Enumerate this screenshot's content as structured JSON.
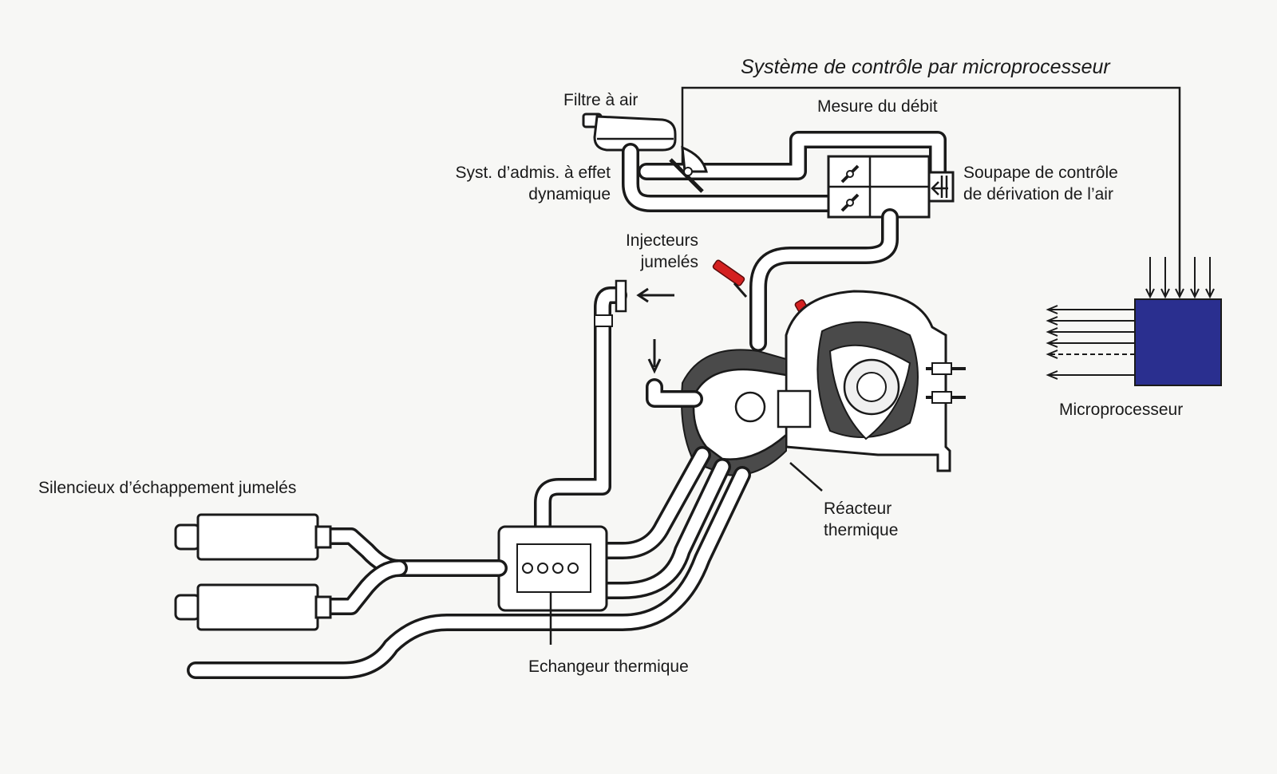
{
  "title": "Système de contrôle par microprocesseur",
  "labels": {
    "air_filter": "Filtre à air",
    "flow_measure": "Mesure du débit",
    "intake_line1": "Syst. d’admis. à effet",
    "intake_line2": "dynamique",
    "valve_line1": "Soupape de contrôle",
    "valve_line2": "de dérivation de l’air",
    "injectors_line1": "Injecteurs",
    "injectors_line2": "jumelés",
    "microprocessor": "Microprocesseur",
    "mufflers": "Silencieux d’échappement jumelés",
    "reactor_line1": "Réacteur",
    "reactor_line2": "thermique",
    "heat_exchanger": "Echangeur thermique"
  },
  "colors": {
    "microprocessor_box": "#2a2f8f",
    "injector_red": "#d42020",
    "line": "#1a1a1a",
    "background": "#f7f7f5"
  }
}
